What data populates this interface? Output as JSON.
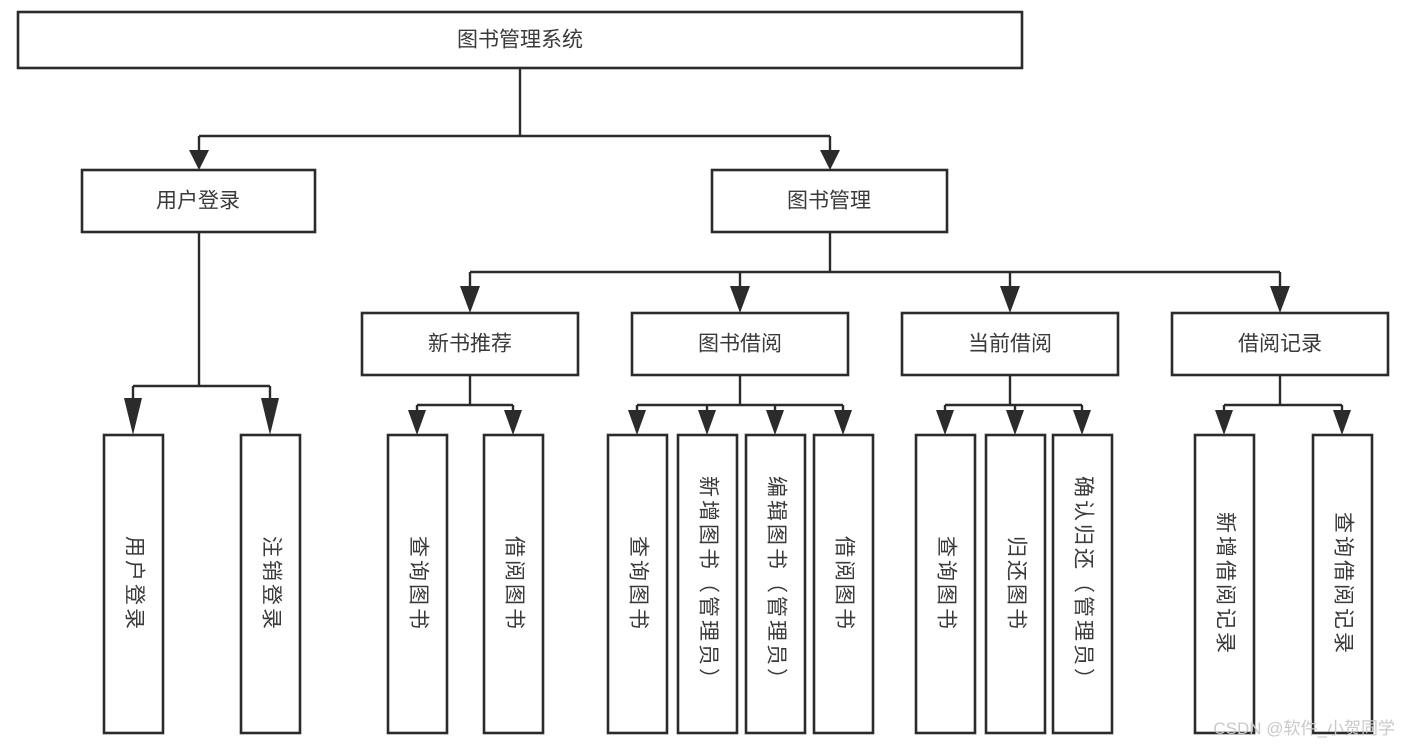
{
  "diagram": {
    "type": "tree-hierarchy",
    "title": "图书管理系统",
    "watermark": "CSDN @软件_小贺同学",
    "colors": {
      "box_stroke": "#2b2b2b",
      "box_fill": "#ffffff",
      "text": "#3a3a3a",
      "connector": "#2b2b2b",
      "watermark": "#c9c9c9",
      "background": "#ffffff"
    },
    "root": {
      "label": "图书管理系统",
      "orientation": "horizontal"
    },
    "level2": [
      {
        "label": "用户登录",
        "orientation": "horizontal"
      },
      {
        "label": "图书管理",
        "orientation": "horizontal"
      }
    ],
    "level3": [
      {
        "label": "新书推荐",
        "orientation": "horizontal"
      },
      {
        "label": "图书借阅",
        "orientation": "horizontal"
      },
      {
        "label": "当前借阅",
        "orientation": "horizontal"
      },
      {
        "label": "借阅记录",
        "orientation": "horizontal"
      }
    ],
    "leaves": {
      "user_login": [
        {
          "label": "用户登录",
          "orientation": "vertical"
        },
        {
          "label": "注销登录",
          "orientation": "vertical"
        }
      ],
      "new_book_recommend": [
        {
          "label": "查询图书",
          "orientation": "vertical"
        },
        {
          "label": "借阅图书",
          "orientation": "vertical"
        }
      ],
      "book_borrow": [
        {
          "label": "查询图书",
          "orientation": "vertical"
        },
        {
          "label": "新增图书（管理员）",
          "orientation": "vertical"
        },
        {
          "label": "编辑图书（管理员）",
          "orientation": "vertical"
        },
        {
          "label": "借阅图书",
          "orientation": "vertical"
        }
      ],
      "current_borrow": [
        {
          "label": "查询图书",
          "orientation": "vertical"
        },
        {
          "label": "归还图书",
          "orientation": "vertical"
        },
        {
          "label": "确认归还（管理员）",
          "orientation": "vertical"
        }
      ],
      "borrow_record": [
        {
          "label": "新增借阅记录",
          "orientation": "vertical"
        },
        {
          "label": "查询借阅记录",
          "orientation": "vertical"
        }
      ]
    }
  }
}
